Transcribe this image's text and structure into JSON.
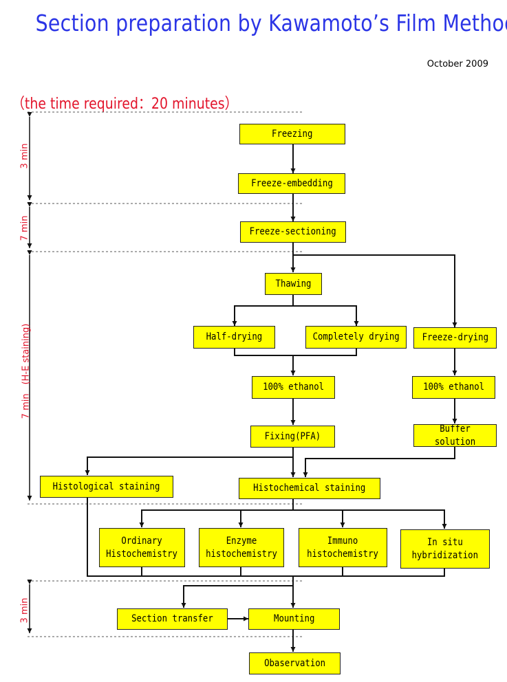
{
  "title": "Section preparation by Kawamoto’s Film Method",
  "date": "October 2009",
  "time_required": "（the time required：20 minutes）",
  "timeline": {
    "labels": [
      "3 min",
      "7 min",
      "7 min　(H-E staining)",
      "3 min"
    ]
  },
  "nodes": {
    "freezing": "Freezing",
    "freeze_embedding": "Freeze-embedding",
    "freeze_sectioning": "Freeze-sectioning",
    "thawing": "Thawing",
    "half_drying": "Half-drying",
    "completely_drying": "Completely drying",
    "freeze_drying": "Freeze-drying",
    "ethanol_left": "100% ethanol",
    "ethanol_right": "100% ethanol",
    "fixing": "Fixing(PFA)",
    "buffer": "Buffer solution",
    "histological": "Histological staining",
    "histochemical": "Histochemical staining",
    "ordinary": "Ordinary\nHistochemistry",
    "enzyme": "Enzyme\nhistochemistry",
    "immuno": "Immuno\nhistochemistry",
    "insitu": "In situ\nhybridization",
    "section_transfer": "Section transfer",
    "mounting": "Mounting",
    "observation": "Obaservation"
  },
  "colors": {
    "title": "#2b35e6",
    "timeline": "#e2142b",
    "box_fill": "#ffff00"
  }
}
